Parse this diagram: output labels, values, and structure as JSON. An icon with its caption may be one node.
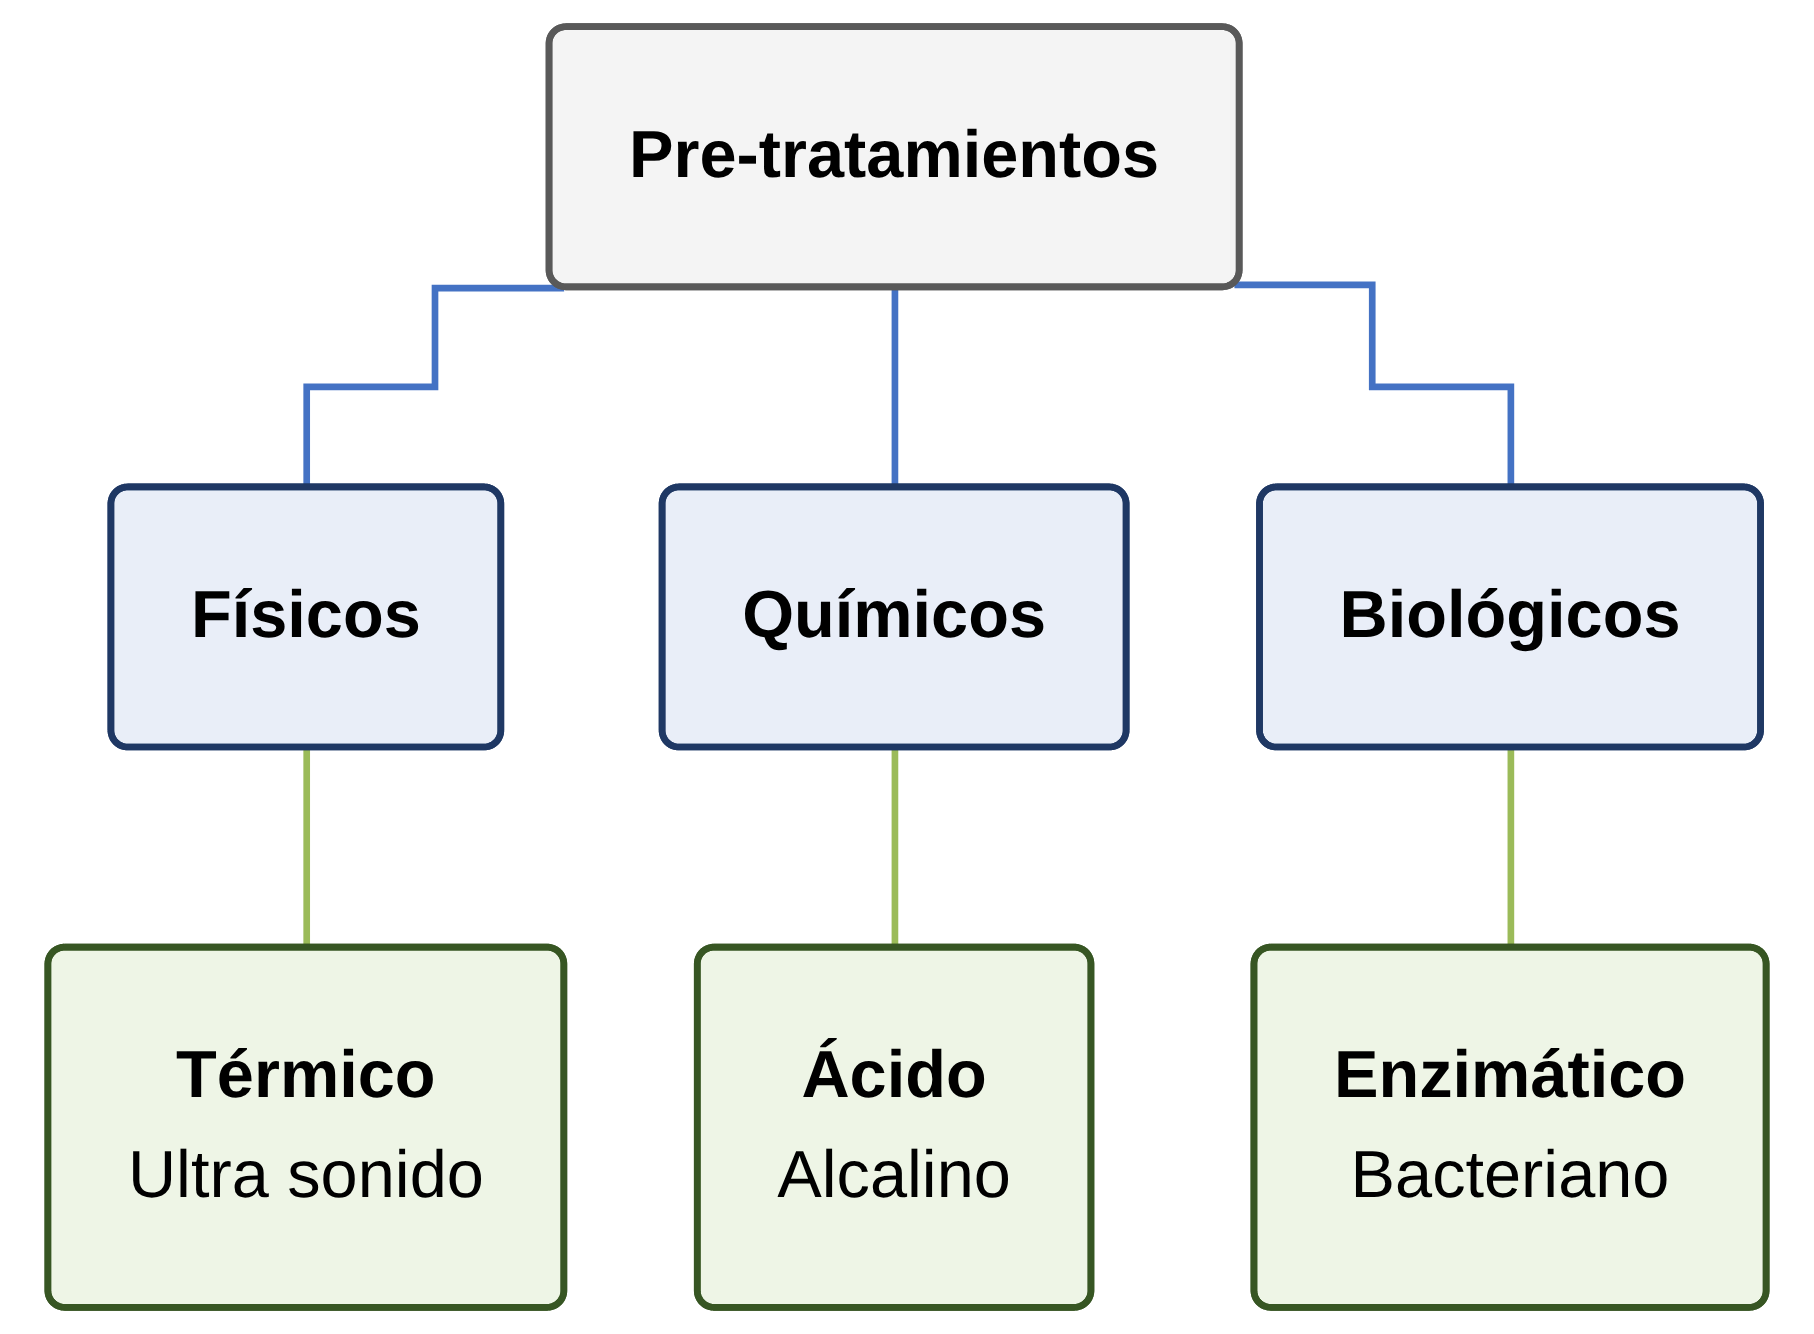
{
  "diagram": {
    "nodes": [
      {
        "text": [
          "Pre-tratamientos"
        ]
      },
      {
        "text": [
          "Físicos"
        ]
      },
      {
        "text": [
          "Químicos"
        ]
      },
      {
        "text": [
          "Biológicos"
        ]
      },
      {
        "text": [
          "Térmico",
          "Ultra sonido"
        ]
      },
      {
        "text": [
          "Ácido",
          "Alcalino"
        ]
      },
      {
        "text": [
          "Enzimático",
          "Bacteriano"
        ]
      }
    ],
    "edges": [
      {
        "from": 0,
        "to": 1,
        "arrow": "none",
        "color": "#4472c4"
      },
      {
        "from": 0,
        "to": 2,
        "arrow": "none",
        "color": "#4472c4"
      },
      {
        "from": 0,
        "to": 3,
        "arrow": "none",
        "color": "#4472c4"
      },
      {
        "from": 1,
        "to": 4,
        "arrow": "none",
        "color": "#9bbb59"
      },
      {
        "from": 2,
        "to": 5,
        "arrow": "none",
        "color": "#9bbb59"
      },
      {
        "from": 3,
        "to": 6,
        "arrow": "none",
        "color": "#9bbb59"
      }
    ]
  }
}
